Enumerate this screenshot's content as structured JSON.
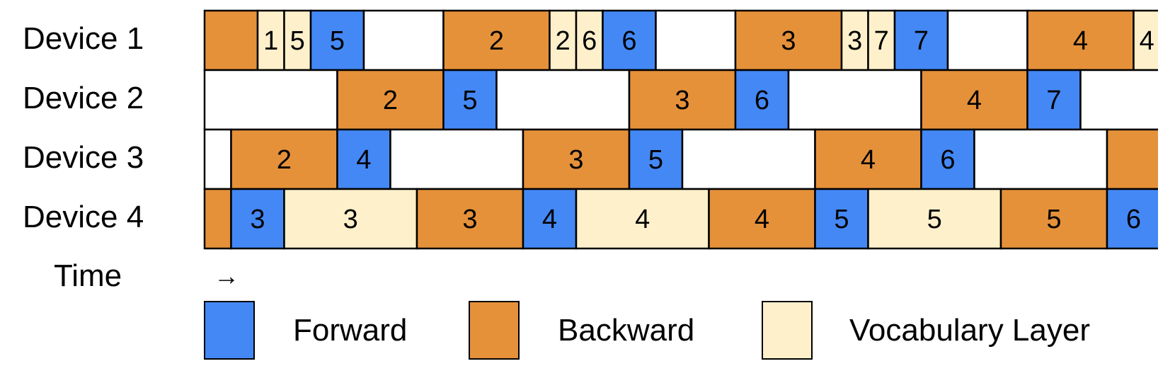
{
  "colors": {
    "forward": "#4488f5",
    "backward": "#e5913a",
    "vocab": "#fdf0cb",
    "idle": "#ffffff",
    "border": "#000000"
  },
  "rows": [
    {
      "label": "Device 1",
      "blocks": [
        {
          "type": "backward",
          "span": 1,
          "text": ""
        },
        {
          "type": "vocab",
          "span": 0.5,
          "text": "1"
        },
        {
          "type": "vocab",
          "span": 0.5,
          "text": "5"
        },
        {
          "type": "forward",
          "span": 1,
          "text": "5"
        },
        {
          "type": "idle",
          "span": 1.5,
          "text": ""
        },
        {
          "type": "backward",
          "span": 2,
          "text": "2"
        },
        {
          "type": "vocab",
          "span": 0.5,
          "text": "2"
        },
        {
          "type": "vocab",
          "span": 0.5,
          "text": "6"
        },
        {
          "type": "forward",
          "span": 1,
          "text": "6"
        },
        {
          "type": "idle",
          "span": 1.5,
          "text": ""
        },
        {
          "type": "backward",
          "span": 2,
          "text": "3"
        },
        {
          "type": "vocab",
          "span": 0.5,
          "text": "3"
        },
        {
          "type": "vocab",
          "span": 0.5,
          "text": "7"
        },
        {
          "type": "forward",
          "span": 1,
          "text": "7"
        },
        {
          "type": "idle",
          "span": 1.5,
          "text": ""
        },
        {
          "type": "backward",
          "span": 2,
          "text": "4"
        },
        {
          "type": "vocab",
          "span": 0.5,
          "text": "4"
        }
      ]
    },
    {
      "label": "Device 2",
      "blocks": [
        {
          "type": "idle",
          "span": 2.5,
          "text": ""
        },
        {
          "type": "backward",
          "span": 2,
          "text": "2"
        },
        {
          "type": "forward",
          "span": 1,
          "text": "5"
        },
        {
          "type": "idle",
          "span": 2.5,
          "text": ""
        },
        {
          "type": "backward",
          "span": 2,
          "text": "3"
        },
        {
          "type": "forward",
          "span": 1,
          "text": "6"
        },
        {
          "type": "idle",
          "span": 2.5,
          "text": ""
        },
        {
          "type": "backward",
          "span": 2,
          "text": "4"
        },
        {
          "type": "forward",
          "span": 1,
          "text": "7"
        },
        {
          "type": "idle",
          "span": 1.5,
          "text": ""
        }
      ]
    },
    {
      "label": "Device 3",
      "blocks": [
        {
          "type": "idle",
          "span": 0.5,
          "text": ""
        },
        {
          "type": "backward",
          "span": 2,
          "text": "2"
        },
        {
          "type": "forward",
          "span": 1,
          "text": "4"
        },
        {
          "type": "idle",
          "span": 2.5,
          "text": ""
        },
        {
          "type": "backward",
          "span": 2,
          "text": "3"
        },
        {
          "type": "forward",
          "span": 1,
          "text": "5"
        },
        {
          "type": "idle",
          "span": 2.5,
          "text": ""
        },
        {
          "type": "backward",
          "span": 2,
          "text": "4"
        },
        {
          "type": "forward",
          "span": 1,
          "text": "6"
        },
        {
          "type": "idle",
          "span": 2.5,
          "text": ""
        },
        {
          "type": "backward",
          "span": 1,
          "text": ""
        }
      ]
    },
    {
      "label": "Device 4",
      "blocks": [
        {
          "type": "backward",
          "span": 0.5,
          "text": ""
        },
        {
          "type": "forward",
          "span": 1,
          "text": "3"
        },
        {
          "type": "vocab",
          "span": 2.5,
          "text": "3"
        },
        {
          "type": "backward",
          "span": 2,
          "text": "3"
        },
        {
          "type": "forward",
          "span": 1,
          "text": "4"
        },
        {
          "type": "vocab",
          "span": 2.5,
          "text": "4"
        },
        {
          "type": "backward",
          "span": 2,
          "text": "4"
        },
        {
          "type": "forward",
          "span": 1,
          "text": "5"
        },
        {
          "type": "vocab",
          "span": 2.5,
          "text": "5"
        },
        {
          "type": "backward",
          "span": 2,
          "text": "5"
        },
        {
          "type": "forward",
          "span": 1,
          "text": "6"
        }
      ]
    }
  ],
  "time_label": "Time",
  "time_arrow": "→",
  "legend": [
    {
      "label": "Forward",
      "type": "forward"
    },
    {
      "label": "Backward",
      "type": "backward"
    },
    {
      "label": "Vocabulary Layer",
      "type": "vocab"
    }
  ]
}
